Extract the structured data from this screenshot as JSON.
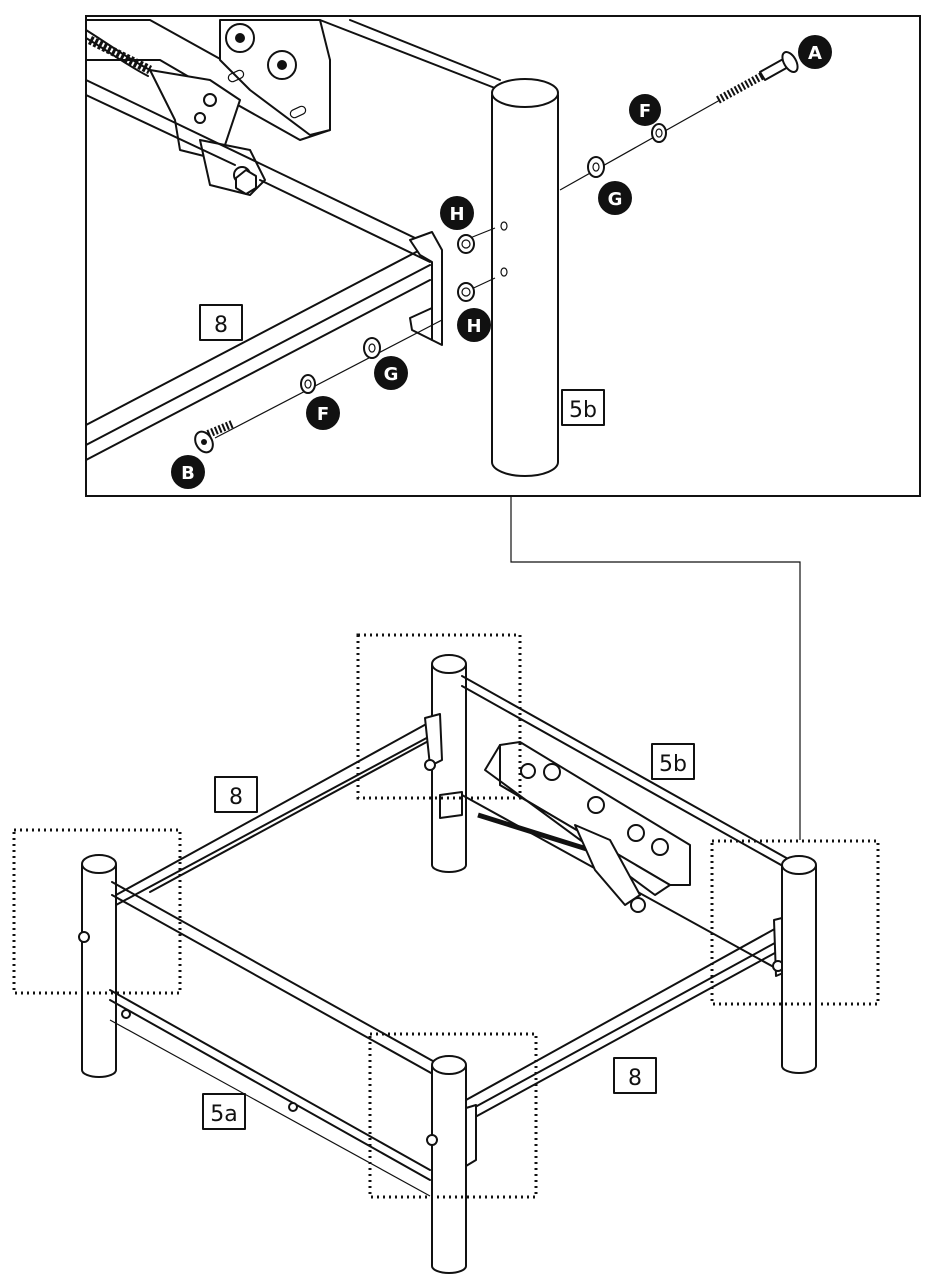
{
  "callouts": {
    "bolt_a": "A",
    "bolt_b": "B",
    "washer_f_top": "F",
    "washer_f_bottom": "F",
    "washer_g_top": "G",
    "washer_g_bottom": "G",
    "washer_h_top": "H",
    "washer_h_bottom": "H"
  },
  "part_labels": {
    "detail_rail_8": "8",
    "detail_rail_5b": "5b",
    "main_rail_8_back": "8",
    "main_rail_5b": "5b",
    "main_rail_8_front": "8",
    "main_rail_5a": "5a"
  },
  "colors": {
    "line": "#111111",
    "callout_fill": "#111111",
    "callout_text": "#ffffff",
    "background": "#ffffff"
  }
}
